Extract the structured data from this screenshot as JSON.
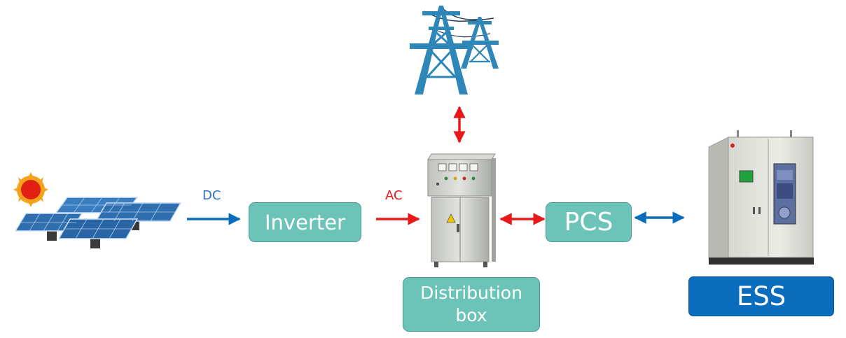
{
  "labels": {
    "dc": "DC",
    "ac": "AC"
  },
  "nodes": {
    "inverter": "Inverter",
    "distribution_line1": "Distribution",
    "distribution_line2": "box",
    "pcs": "PCS",
    "ess": "ESS"
  },
  "colors": {
    "node_fill": "#6cc4b8",
    "ess_fill": "#0a6cbd",
    "dc_arrow": "#0a6cbd",
    "ac_arrow": "#e8191b",
    "dc_label": "#2e6fc4",
    "ac_label": "#e8191b"
  },
  "icons": {
    "solar": "solar-panel-array-with-sun",
    "grid": "power-transmission-towers",
    "distribution": "distribution-cabinet",
    "ess": "energy-storage-cabinet"
  }
}
